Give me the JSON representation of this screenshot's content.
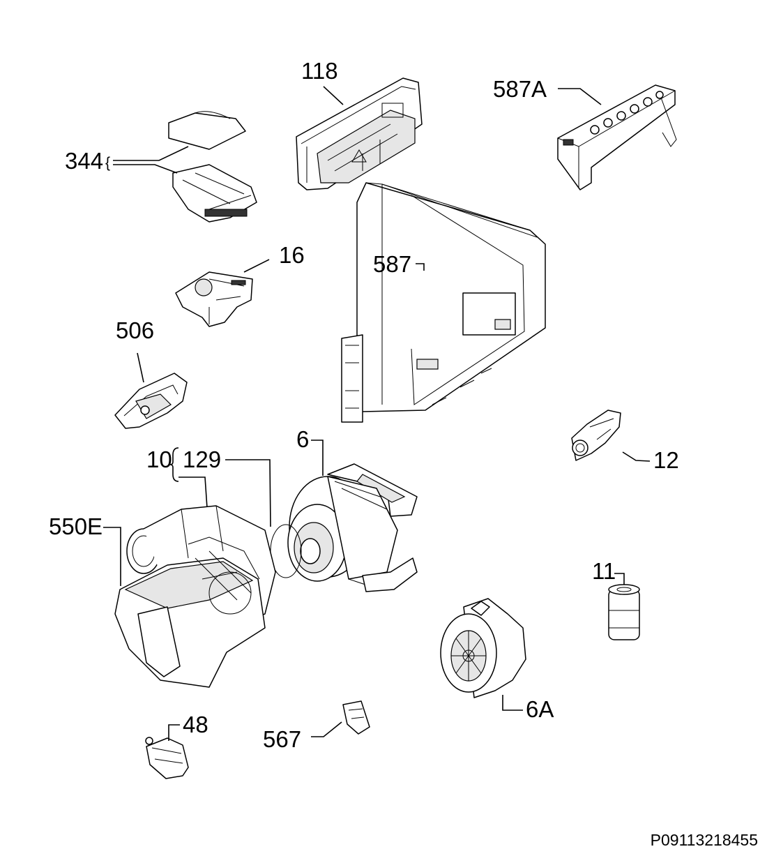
{
  "diagram": {
    "parts": [
      {
        "id": "p118",
        "label": "118",
        "shape": "control-board-panel-icon"
      },
      {
        "id": "p587a",
        "label": "587A",
        "shape": "button-panel-icon"
      },
      {
        "id": "p344",
        "label": "344",
        "shape": "door-lock-assembly-icon"
      },
      {
        "id": "p16",
        "label": "16",
        "shape": "door-switch-icon"
      },
      {
        "id": "p587",
        "label": "587",
        "shape": "electronic-module-icon"
      },
      {
        "id": "p506",
        "label": "506",
        "shape": "sensor-holder-icon"
      },
      {
        "id": "p12",
        "label": "12",
        "shape": "flow-meter-icon"
      },
      {
        "id": "p10",
        "label": "10",
        "shape": "bracket-group-icon"
      },
      {
        "id": "p129",
        "label": "129",
        "shape": "pump-seal-icon"
      },
      {
        "id": "p6",
        "label": "6",
        "shape": "circulation-pump-icon"
      },
      {
        "id": "p550e",
        "label": "550E",
        "shape": "pump-housing-icon"
      },
      {
        "id": "p11",
        "label": "11",
        "shape": "capacitor-icon"
      },
      {
        "id": "p6a",
        "label": "6A",
        "shape": "drain-pump-icon"
      },
      {
        "id": "p48",
        "label": "48",
        "shape": "thermostat-icon"
      },
      {
        "id": "p567",
        "label": "567",
        "shape": "connector-clip-icon"
      }
    ],
    "drawing_code": "P09113218455"
  }
}
